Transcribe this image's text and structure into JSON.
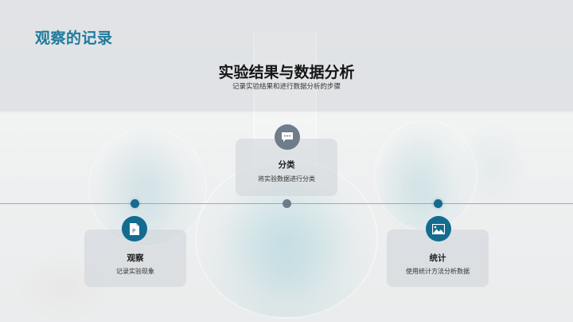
{
  "slide": {
    "section_title": "观察的记录",
    "title": "实验结果与数据分析",
    "subtitle": "记录实验结果和进行数据分析的步骤"
  },
  "colors": {
    "accent_blue": "#136b90",
    "section_title_blue": "#1e7a9c",
    "neutral_gray": "#6f7d8b",
    "timeline_line": "#a3a8ad"
  },
  "timeline": {
    "steps": [
      {
        "title": "观察",
        "description": "记录实验现象",
        "icon": "document-p-icon",
        "position": "below",
        "color": "blue"
      },
      {
        "title": "分类",
        "description": "将实验数据进行分类",
        "icon": "chat-bubble-icon",
        "position": "above",
        "color": "gray"
      },
      {
        "title": "统计",
        "description": "使用统计方法分析数据",
        "icon": "image-icon",
        "position": "below",
        "color": "blue"
      }
    ]
  }
}
